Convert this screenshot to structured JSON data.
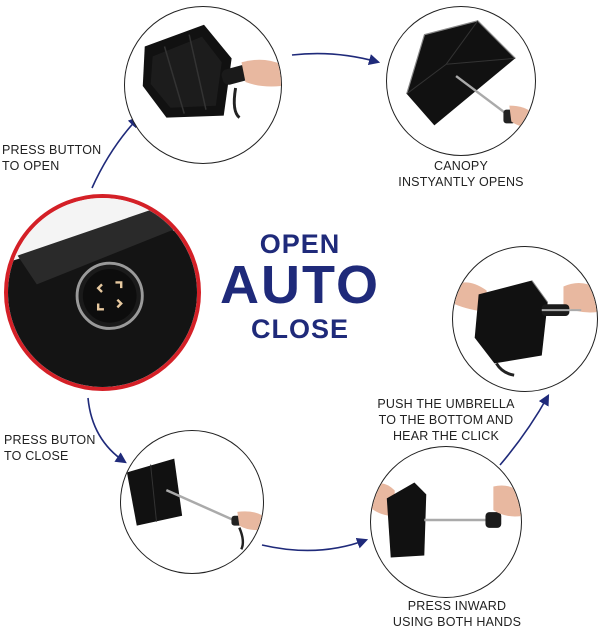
{
  "colors": {
    "accent": "#1f2a7a",
    "highlight_ring": "#d42027",
    "umbrella": "#111111"
  },
  "center": {
    "line1": "OPEN",
    "line2": "AUTO",
    "line3": "CLOSE"
  },
  "steps": {
    "press_open": {
      "line1": "PRESS BUTTON",
      "line2": "TO OPEN"
    },
    "canopy_opens": {
      "line1": "CANOPY",
      "line2": "INSTYANTLY OPENS"
    },
    "press_close": {
      "line1": "PRESS BUTON",
      "line2": "TO CLOSE"
    },
    "push_bottom": {
      "line1": "PUSH THE UMBRELLA",
      "line2": "TO THE BOTTOM AND",
      "line3": "HEAR THE CLICK"
    },
    "press_inward": {
      "line1": "PRESS INWARD",
      "line2": "USING BOTH HANDS"
    }
  }
}
